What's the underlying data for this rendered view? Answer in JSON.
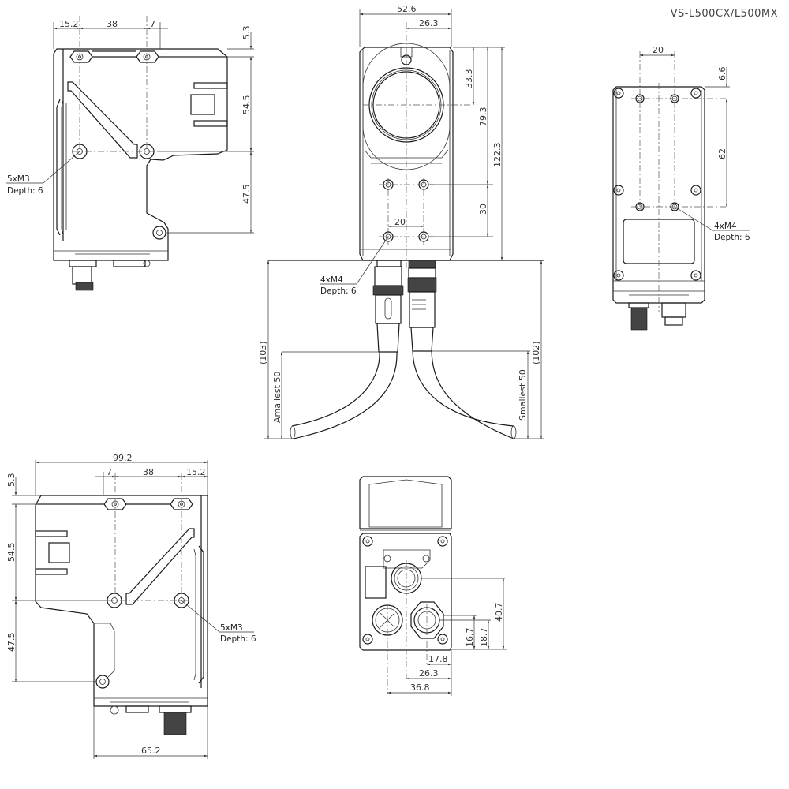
{
  "title": "VS-L500CX/L500MX",
  "views": {
    "side_left": {
      "dims_top": [
        "15.2",
        "38",
        "7"
      ],
      "dims_right": [
        "5.3",
        "54.5",
        "47.5"
      ],
      "callout": {
        "line1": "5xM3",
        "line2": "Depth: 6"
      }
    },
    "front": {
      "dims_top": [
        "52.6",
        "26.3"
      ],
      "dims_right": [
        "33.3",
        "79.3",
        "122.3",
        "30"
      ],
      "dim_hole_spacing": "20",
      "callout": {
        "line1": "4xM4",
        "line2": "Depth: 6"
      },
      "cable_dims": {
        "left_total": "(103)",
        "left_bend": "Amallest  50",
        "right_total": "(102)",
        "right_bend": "Smallest  50"
      }
    },
    "back": {
      "dim_top": "20",
      "dims_right": [
        "6.6",
        "62"
      ],
      "callout": {
        "line1": "4xM4",
        "line2": "Depth: 6"
      }
    },
    "side_right": {
      "dim_overall": "99.2",
      "dims_top": [
        "7",
        "38",
        "15.2"
      ],
      "dims_left": [
        "5.3",
        "54.5",
        "47.5"
      ],
      "dim_bottom": "65.2",
      "callout": {
        "line1": "5xM3",
        "line2": "Depth: 6"
      }
    },
    "bottom": {
      "dims_right": [
        "40.7",
        "16.7",
        "18.7"
      ],
      "dims_bottom": [
        "17.8",
        "26.3",
        "36.8"
      ]
    }
  }
}
